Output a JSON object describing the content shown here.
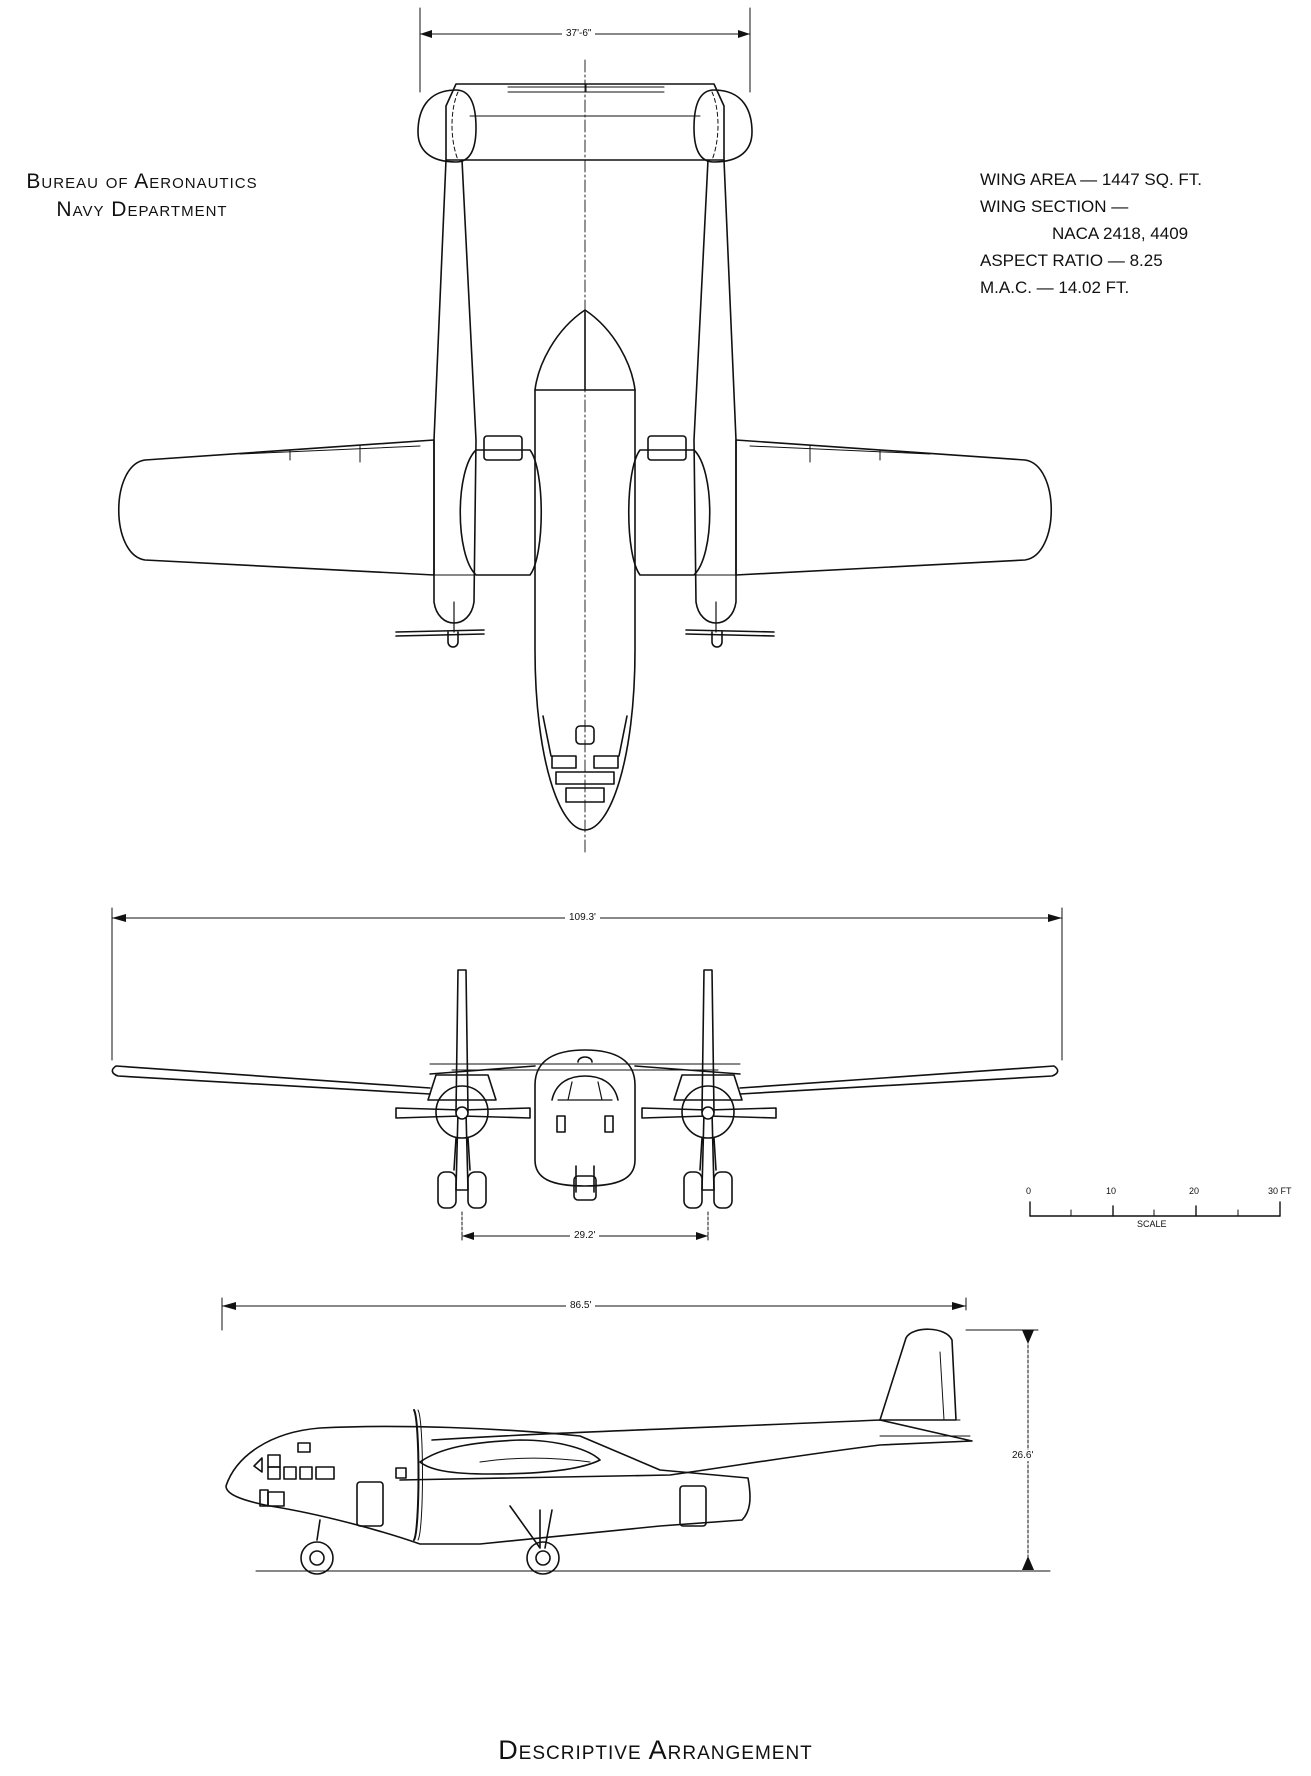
{
  "header": {
    "org_line1": "Bureau of Aeronautics",
    "org_line2": "Navy Department"
  },
  "specs": {
    "wing_area": "WING AREA — 1447 SQ. FT.",
    "wing_section_label": "WING SECTION —",
    "wing_section_value": "NACA 2418, 4409",
    "aspect_ratio": "ASPECT RATIO — 8.25",
    "mac": "M.A.C. — 14.02 FT."
  },
  "dimensions": {
    "tail_span": "37'-6\"",
    "wing_span": "109.3'",
    "tread": "29.2'",
    "length": "86.5'",
    "height": "26.6'"
  },
  "scale": {
    "ticks": [
      "0",
      "10",
      "20",
      "30 FT"
    ],
    "label": "SCALE"
  },
  "footer": {
    "title": "Descriptive Arrangement"
  }
}
